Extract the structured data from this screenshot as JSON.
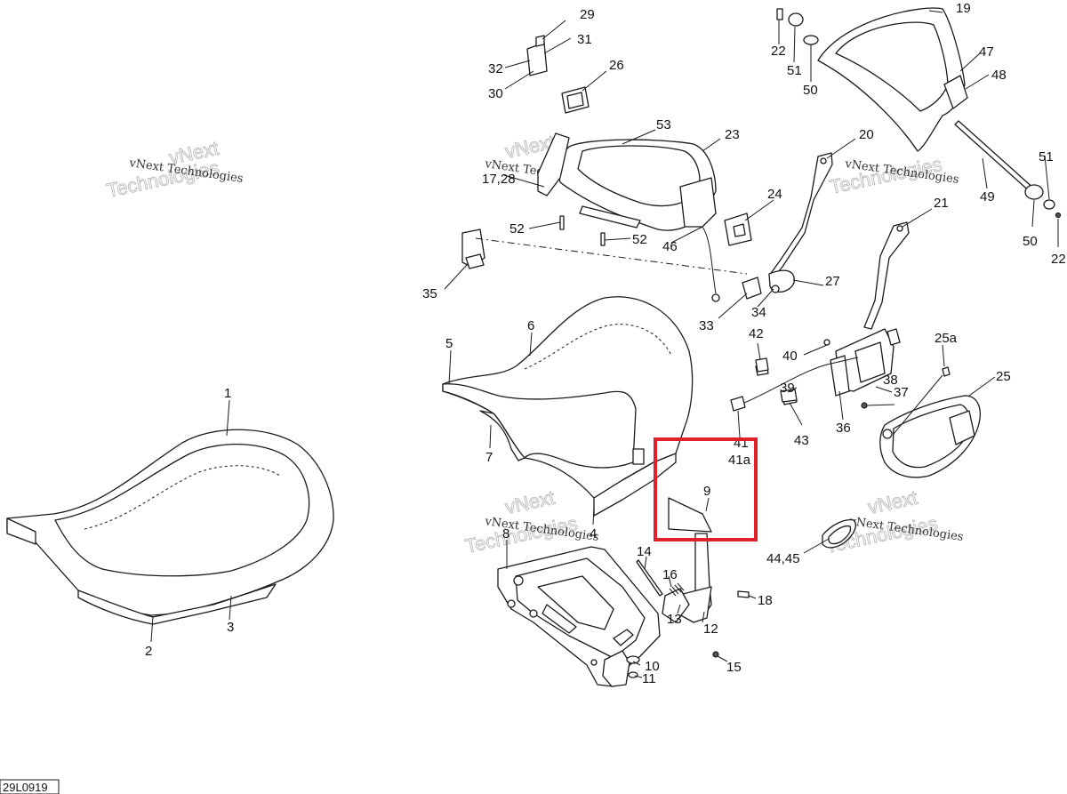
{
  "diagram": {
    "reference_code": "29L0919",
    "watermark": {
      "line1": "vNext Technologies",
      "line2": "vNext",
      "line3": "Technologies"
    },
    "highlight_color": "#e0202a",
    "callouts": [
      {
        "id": "c1",
        "label": "1"
      },
      {
        "id": "c2",
        "label": "2"
      },
      {
        "id": "c3",
        "label": "3"
      },
      {
        "id": "c4",
        "label": "4"
      },
      {
        "id": "c5",
        "label": "5"
      },
      {
        "id": "c6",
        "label": "6"
      },
      {
        "id": "c7",
        "label": "7"
      },
      {
        "id": "c8",
        "label": "8"
      },
      {
        "id": "c9",
        "label": "9"
      },
      {
        "id": "c10",
        "label": "10"
      },
      {
        "id": "c11",
        "label": "11"
      },
      {
        "id": "c12",
        "label": "12"
      },
      {
        "id": "c13",
        "label": "13"
      },
      {
        "id": "c14",
        "label": "14"
      },
      {
        "id": "c15",
        "label": "15"
      },
      {
        "id": "c16",
        "label": "16"
      },
      {
        "id": "c17",
        "label": "17,28"
      },
      {
        "id": "c18",
        "label": "18"
      },
      {
        "id": "c19",
        "label": "19"
      },
      {
        "id": "c20",
        "label": "20"
      },
      {
        "id": "c21",
        "label": "21"
      },
      {
        "id": "c22a",
        "label": "22"
      },
      {
        "id": "c22b",
        "label": "22"
      },
      {
        "id": "c23",
        "label": "23"
      },
      {
        "id": "c24",
        "label": "24"
      },
      {
        "id": "c25",
        "label": "25"
      },
      {
        "id": "c25a",
        "label": "25a"
      },
      {
        "id": "c26",
        "label": "26"
      },
      {
        "id": "c27",
        "label": "27"
      },
      {
        "id": "c29",
        "label": "29"
      },
      {
        "id": "c30",
        "label": "30"
      },
      {
        "id": "c31",
        "label": "31"
      },
      {
        "id": "c32",
        "label": "32"
      },
      {
        "id": "c33",
        "label": "33"
      },
      {
        "id": "c34",
        "label": "34"
      },
      {
        "id": "c35",
        "label": "35"
      },
      {
        "id": "c36",
        "label": "36"
      },
      {
        "id": "c37",
        "label": "37"
      },
      {
        "id": "c38",
        "label": "38"
      },
      {
        "id": "c39",
        "label": "39"
      },
      {
        "id": "c40",
        "label": "40"
      },
      {
        "id": "c41",
        "label": "41"
      },
      {
        "id": "c41a",
        "label": "41a"
      },
      {
        "id": "c42",
        "label": "42"
      },
      {
        "id": "c43",
        "label": "43"
      },
      {
        "id": "c44",
        "label": "44,45"
      },
      {
        "id": "c46",
        "label": "46"
      },
      {
        "id": "c47",
        "label": "47"
      },
      {
        "id": "c48",
        "label": "48"
      },
      {
        "id": "c49",
        "label": "49"
      },
      {
        "id": "c50a",
        "label": "50"
      },
      {
        "id": "c50b",
        "label": "50"
      },
      {
        "id": "c51a",
        "label": "51"
      },
      {
        "id": "c51b",
        "label": "51"
      },
      {
        "id": "c52a",
        "label": "52"
      },
      {
        "id": "c52b",
        "label": "52"
      },
      {
        "id": "c53",
        "label": "53"
      }
    ]
  }
}
